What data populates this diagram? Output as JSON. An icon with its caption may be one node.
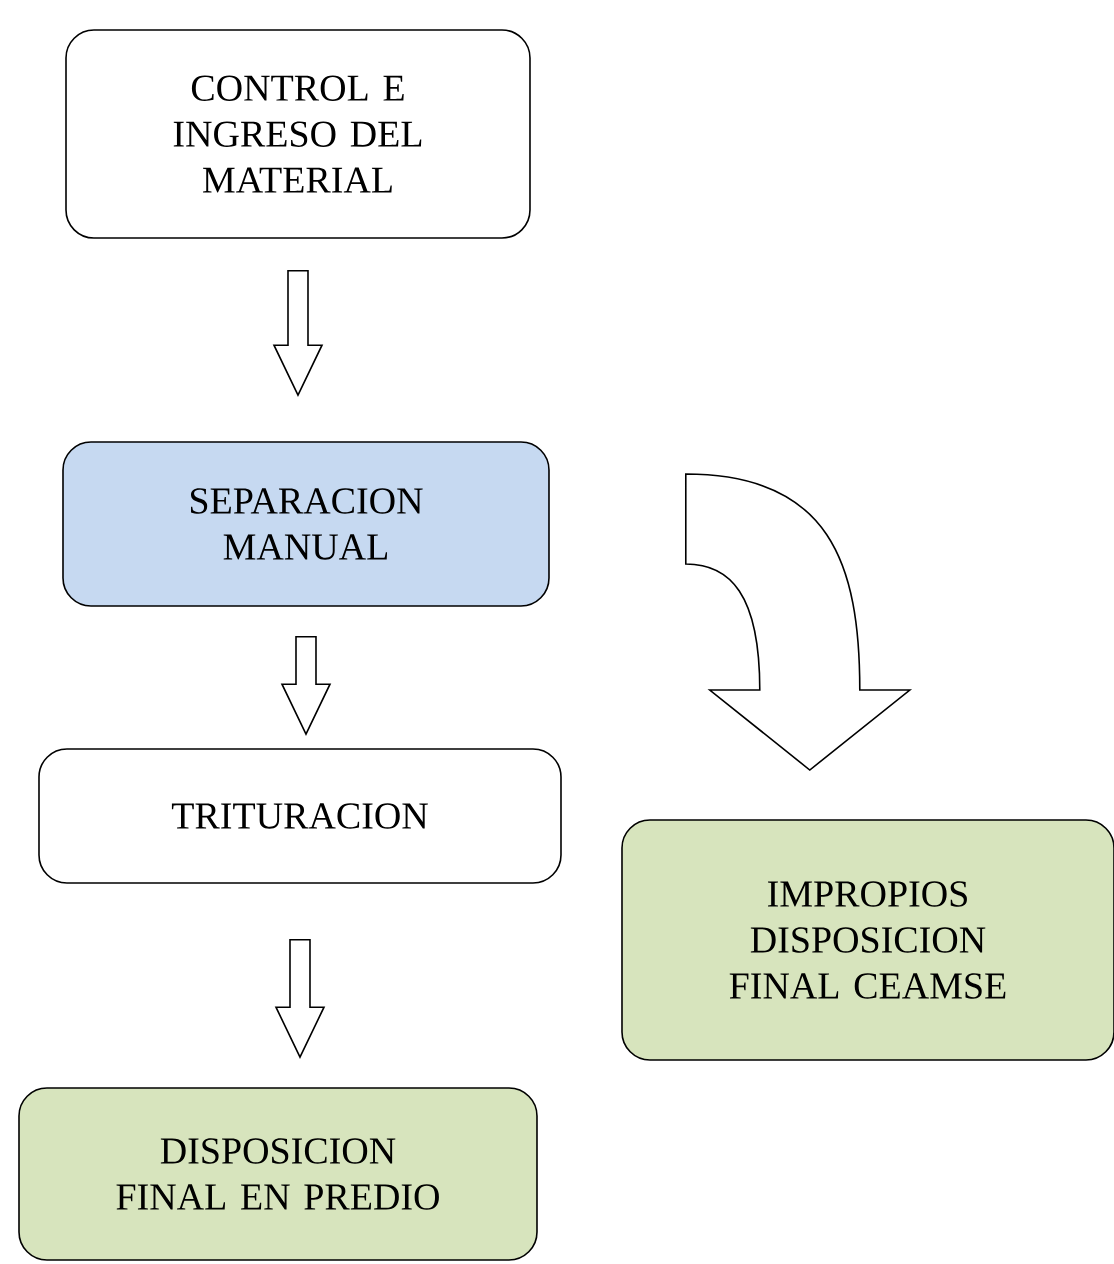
{
  "diagram": {
    "nodes": [
      {
        "text": [
          "CONTROL E INGRESO DEL MATERIAL"
        ]
      },
      {
        "text": [
          "SEPARACION MANUAL"
        ]
      },
      {
        "text": [
          "TRITURACION"
        ]
      },
      {
        "text": [
          "IMPROPIOS DISPOSICION FINAL CEAMSE"
        ]
      },
      {
        "text": [
          "DISPOSICION FINAL EN PREDIO"
        ]
      }
    ],
    "edges": [
      {
        "from": 0,
        "to": 1,
        "arrow": "to"
      },
      {
        "from": 1,
        "to": 2,
        "arrow": "to"
      },
      {
        "from": 2,
        "to": 4,
        "arrow": "to"
      },
      {
        "from": 1,
        "to": 3,
        "arrow": "to"
      }
    ]
  }
}
